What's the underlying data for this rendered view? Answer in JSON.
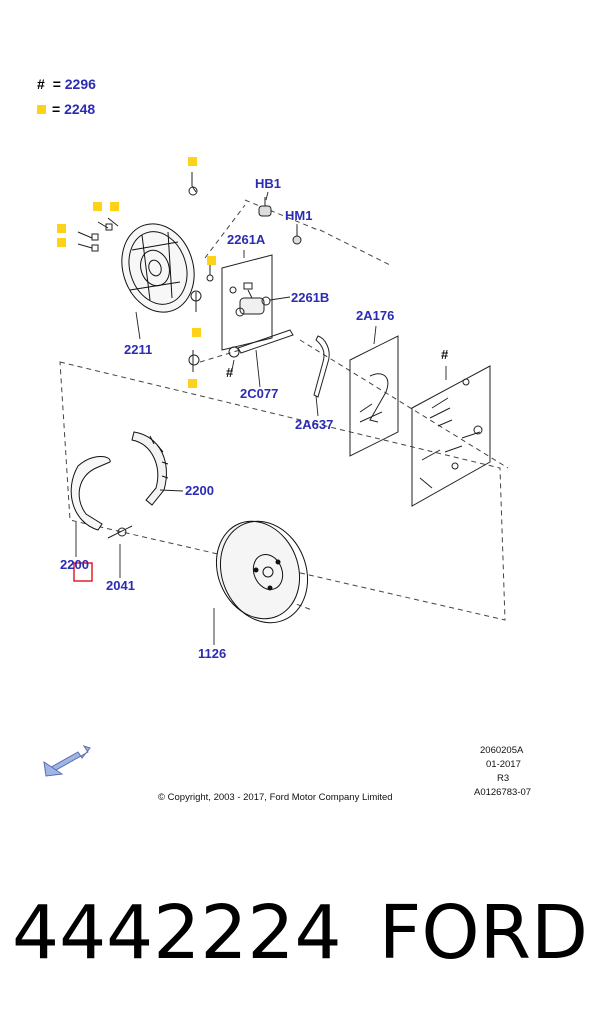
{
  "legend": {
    "hash": {
      "symbol": "#",
      "eq": "=",
      "code": "2296"
    },
    "square": {
      "eq": "=",
      "code": "2248"
    }
  },
  "parts": {
    "hb1": "HB1",
    "hm1": "HM1",
    "p2261a": "2261A",
    "p2261b": "2261B",
    "p2211": "2211",
    "p2c077": "2C077",
    "p2a637": "2A637",
    "p2a176": "2A176",
    "p2200_right": "2200",
    "p2200_left": "2200",
    "p2041": "2041",
    "p1126": "1126",
    "hash_a": "#",
    "hash_b": "#"
  },
  "meta": {
    "code1": "2060205A",
    "date": "01-2017",
    "rev": "R3",
    "ref": "A0126783-07",
    "copyright": "© Copyright, 2003 - 2017, Ford Motor Company Limited"
  },
  "footer": {
    "part_number": "4442224",
    "brand": "FORD"
  },
  "colors": {
    "label_blue": "#2b2bb4",
    "marker_yellow": "#ffd21a",
    "highlight_red": "#e0202a",
    "arrow_blue": "#9fb5e6"
  }
}
